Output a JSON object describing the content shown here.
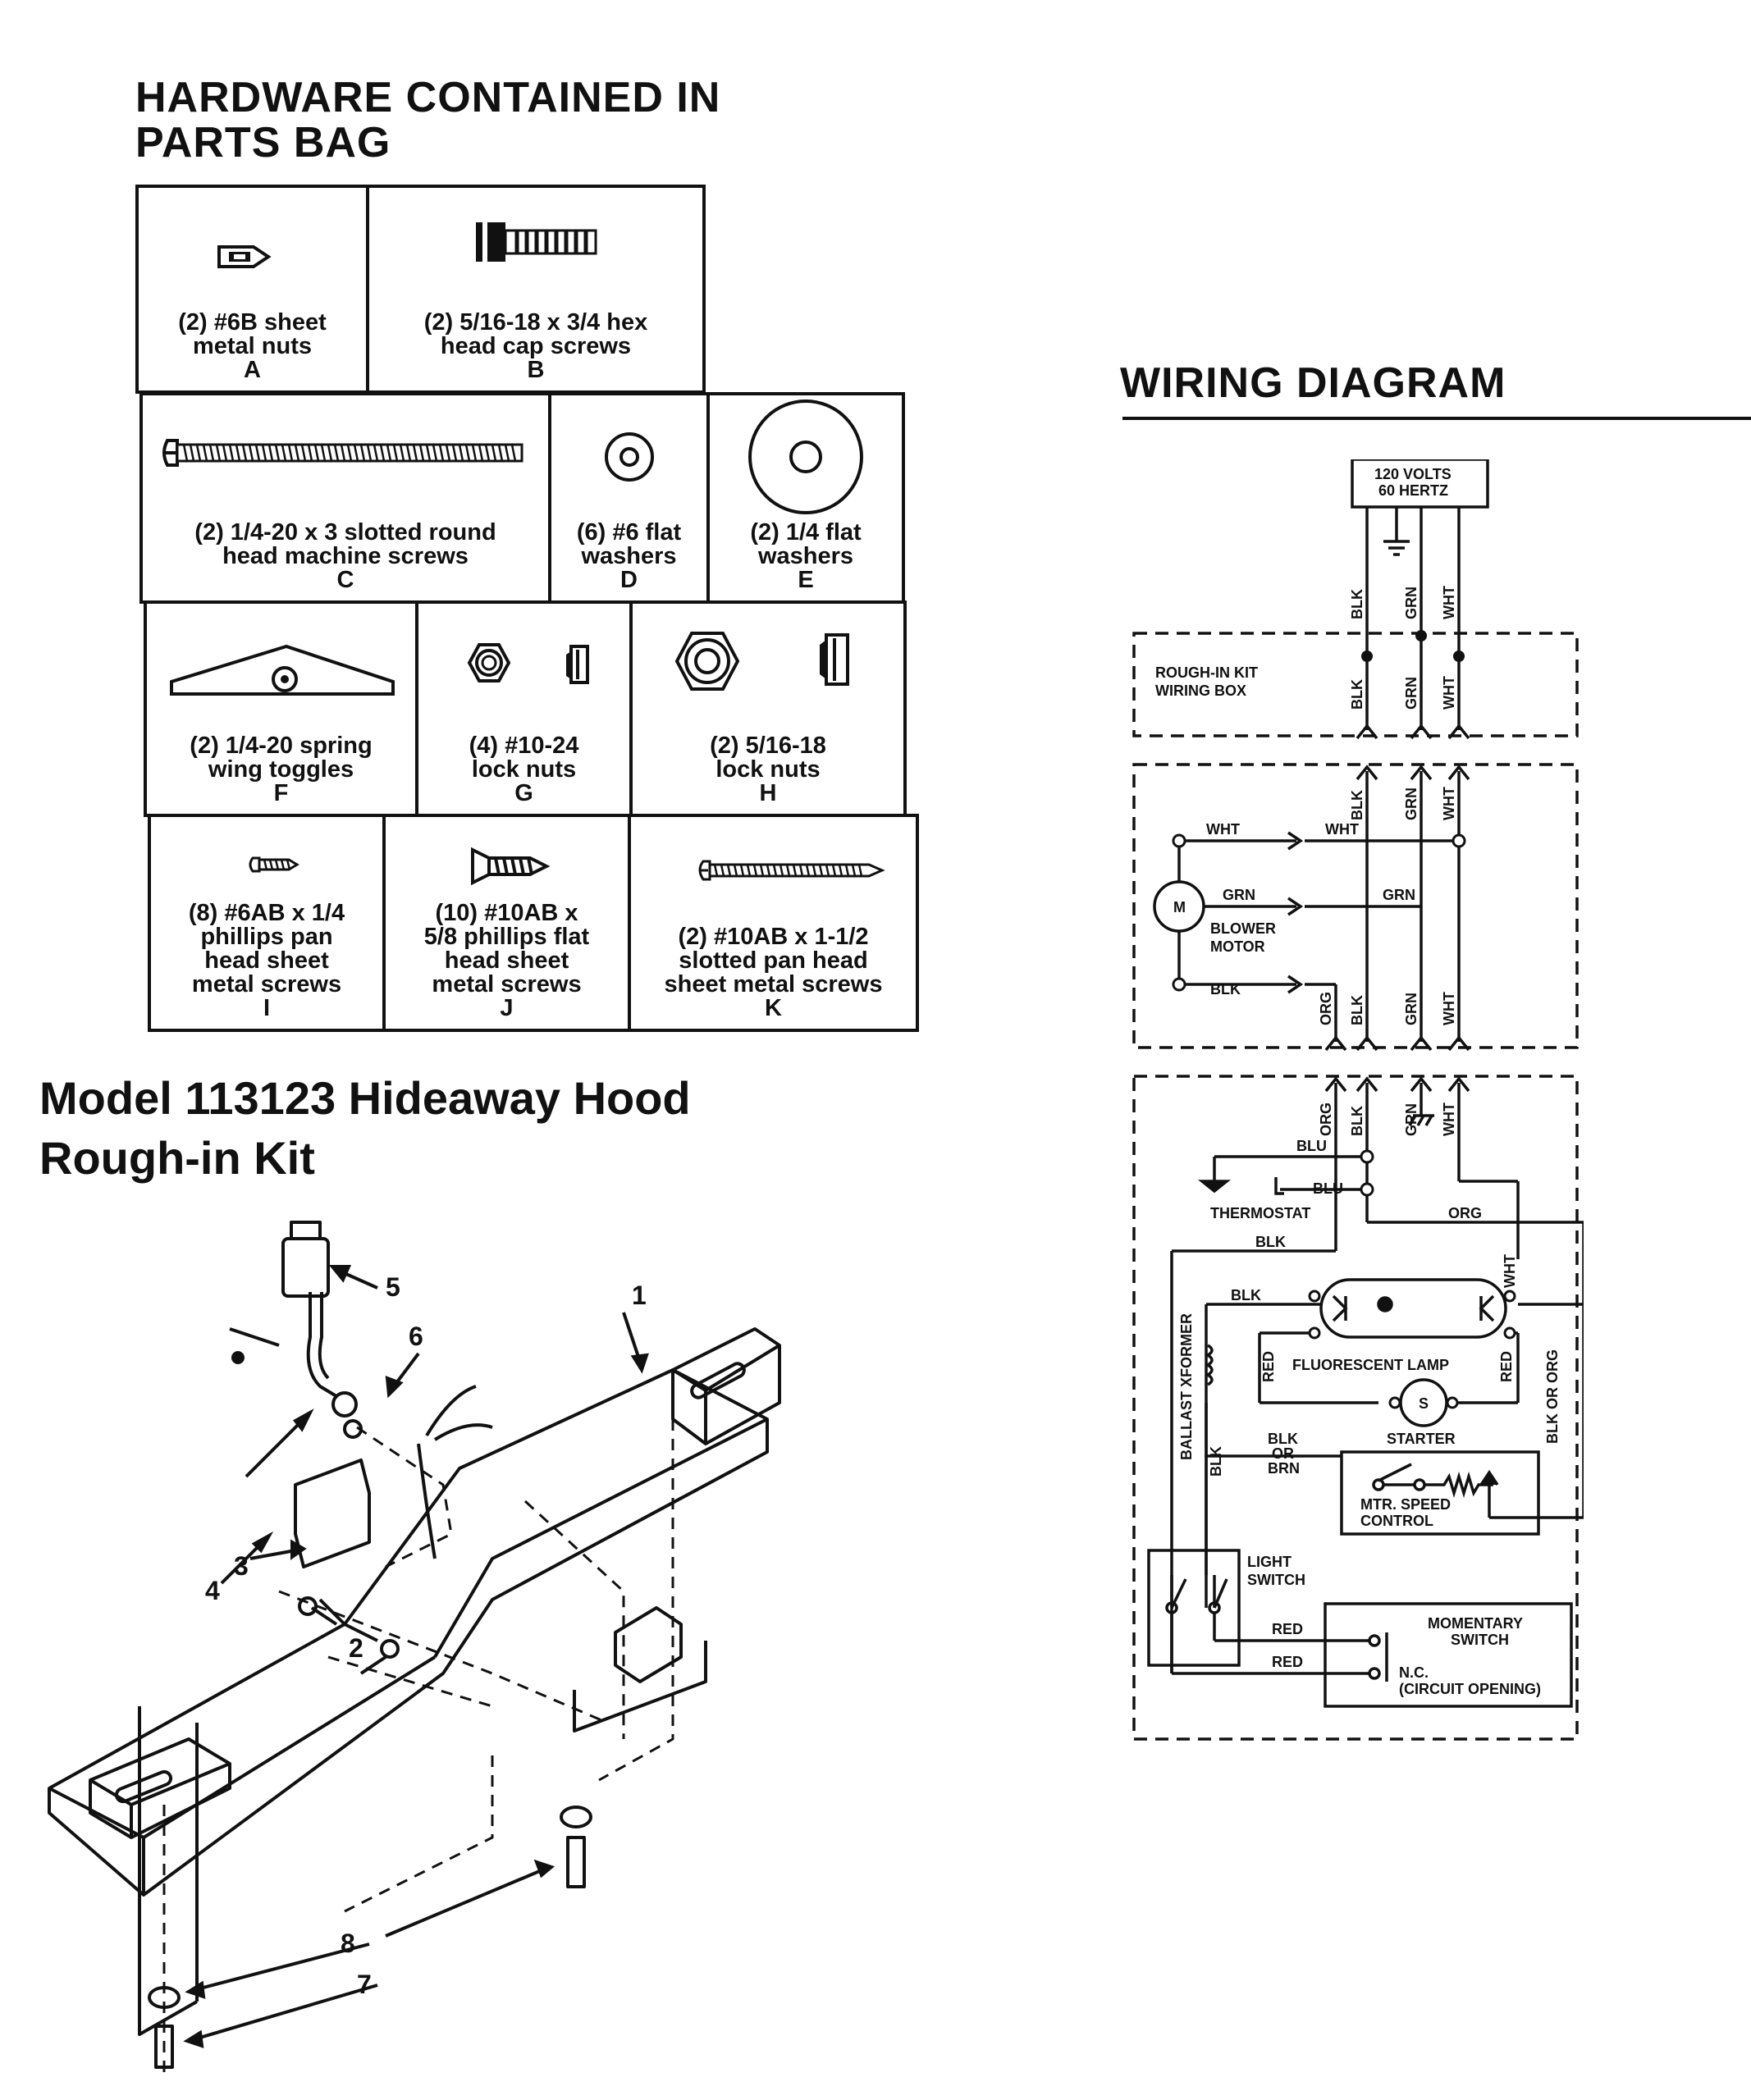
{
  "hardware": {
    "heading_line1": "HARDWARE CONTAINED IN",
    "heading_line2": "PARTS BAG",
    "items": [
      {
        "letter": "A",
        "lines": [
          "(2) #6B sheet",
          "metal nuts"
        ]
      },
      {
        "letter": "B",
        "lines": [
          "(2) 5/16-18 x 3/4 hex",
          "head cap screws"
        ]
      },
      {
        "letter": "C",
        "lines": [
          "(2) 1/4-20 x 3 slotted round",
          "head machine screws"
        ]
      },
      {
        "letter": "D",
        "lines": [
          "(6) #6 flat",
          "washers"
        ]
      },
      {
        "letter": "E",
        "lines": [
          "(2) 1/4 flat",
          "washers"
        ]
      },
      {
        "letter": "F",
        "lines": [
          "(2) 1/4-20 spring",
          "wing toggles"
        ]
      },
      {
        "letter": "G",
        "lines": [
          "(4) #10-24",
          "lock nuts"
        ]
      },
      {
        "letter": "H",
        "lines": [
          "(2) 5/16-18",
          "lock nuts"
        ]
      },
      {
        "letter": "I",
        "lines": [
          "(8) #6AB x 1/4",
          "phillips pan",
          "head sheet",
          "metal screws"
        ]
      },
      {
        "letter": "J",
        "lines": [
          "(10) #10AB x",
          "5/8 phillips flat",
          "head sheet",
          "metal screws"
        ]
      },
      {
        "letter": "K",
        "lines": [
          "(2) #10AB x 1-1/2",
          "slotted pan head",
          "sheet metal screws"
        ]
      }
    ]
  },
  "model": {
    "heading_line1": "Model 113123 Hideaway Hood",
    "heading_line2": "Rough-in Kit",
    "callouts": [
      "1",
      "2",
      "3",
      "4",
      "5",
      "6",
      "7",
      "8"
    ]
  },
  "wiring": {
    "heading": "WIRING DIAGRAM",
    "supply_line1": "120 VOLTS",
    "supply_line2": "60 HERTZ",
    "wiring_box_line1": "ROUGH-IN KIT",
    "wiring_box_line2": "WIRING BOX",
    "wire_blk": "BLK",
    "wire_grn": "GRN",
    "wire_wht": "WHT",
    "wire_org": "ORG",
    "wire_blu": "BLU",
    "wire_red": "RED",
    "motor_symbol": "M",
    "blower_line1": "BLOWER",
    "blower_line2": "MOTOR",
    "thermostat": "THERMOSTAT",
    "ballast": "BALLAST XFORMER",
    "fluorescent_lamp": "FLUORESCENT LAMP",
    "starter_symbol": "S",
    "starter": "STARTER",
    "blk_or_brn_line1": "BLK",
    "blk_or_brn_line2": "OR",
    "blk_or_brn_line3": "BRN",
    "speed_control_line1": "MTR. SPEED",
    "speed_control_line2": "CONTROL",
    "blk_or_org": "BLK OR ORG",
    "light_switch_line1": "LIGHT",
    "light_switch_line2": "SWITCH",
    "momentary_line1": "MOMENTARY",
    "momentary_line2": "SWITCH",
    "nc_line1": "N.C.",
    "nc_line2": "(CIRCUIT OPENING)"
  }
}
